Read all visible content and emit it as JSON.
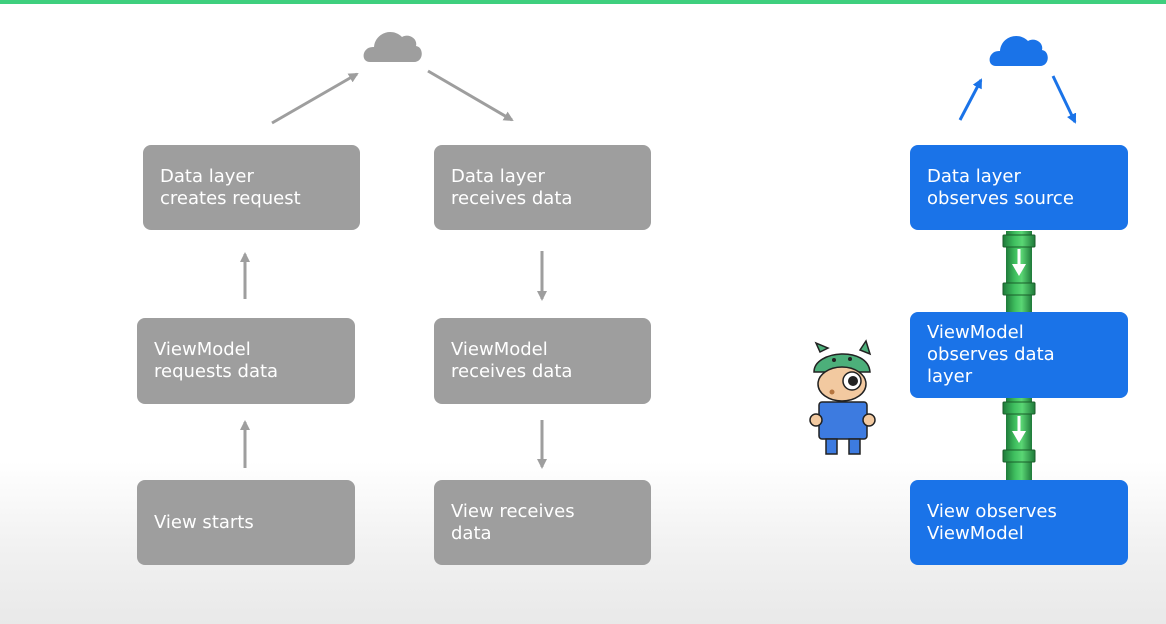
{
  "left_flow": {
    "data_layer_creates": "Data layer\ncreates request",
    "viewmodel_requests": "ViewModel\nrequests data",
    "view_starts": "View starts",
    "data_layer_receives": "Data layer\nreceives data",
    "viewmodel_receives": "ViewModel\nreceives data",
    "view_receives": "View receives\ndata"
  },
  "right_flow": {
    "data_layer_observes": "Data layer\nobserves source",
    "viewmodel_observes": "ViewModel\nobserves data\nlayer",
    "view_observes": "View observes\nViewModel"
  },
  "colors": {
    "gray_box": "#9e9e9e",
    "blue_box": "#1a73e8",
    "pipe_green": "#2e9e4f",
    "top_bar": "#3ecf7e"
  },
  "icons": [
    "cloud-icon",
    "cloud-icon",
    "pipe-icon",
    "pipe-icon",
    "android-mascot"
  ]
}
